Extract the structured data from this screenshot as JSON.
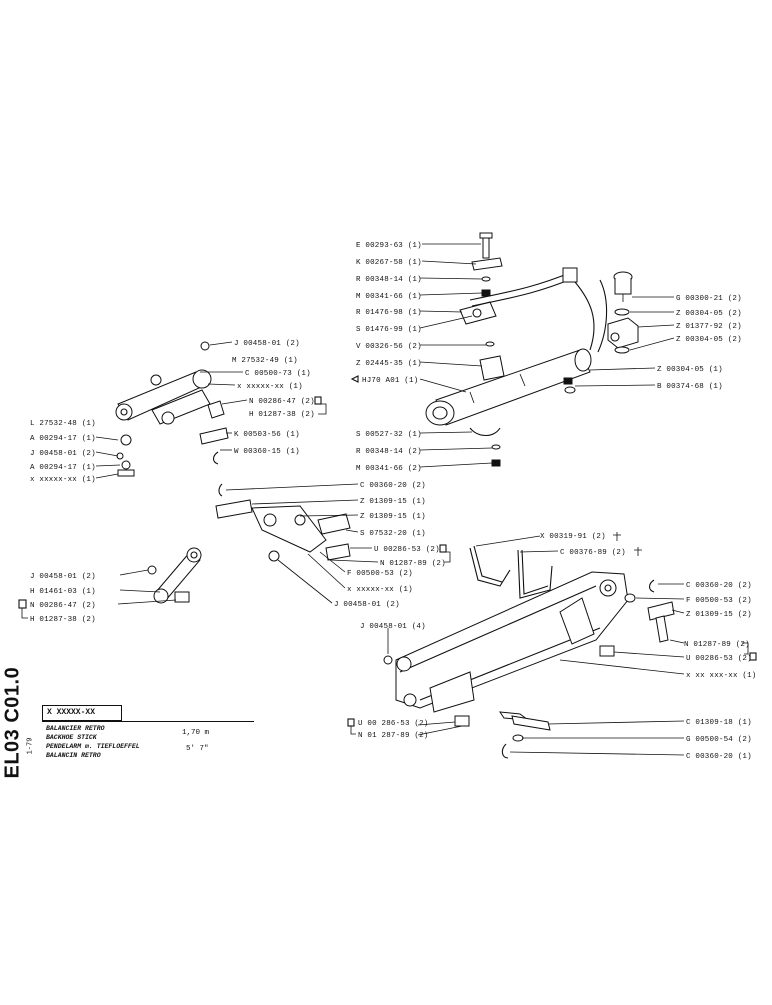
{
  "title_block": {
    "ref": "X XXXXX-XX",
    "code": "EL03 C01.0",
    "date": "1-79",
    "lines": [
      "BALANCIER RETRO",
      "BACKHOE STICK",
      "PENDELARM m. TIEFLOEFFEL",
      "BALANCIN RETRO"
    ],
    "size_metric": "1,70 m",
    "size_imperial": "5' 7\""
  },
  "cylinder_label": "HJ70 A01 (1)",
  "labels": {
    "top_cylinder": [
      "E 00293-63 (1)",
      "K 00267-58 (1)",
      "R 00348-14 (1)",
      "M 00341-66 (1)",
      "R 01476-98 (1)",
      "S 01476-99 (1)",
      "V 00326-56 (2)",
      "Z 02445-35 (1)",
      "S 00527-32 (1)",
      "R 00348-14 (2)",
      "M 00341-66 (2)"
    ],
    "top_right": [
      "G 00300-21 (2)",
      "Z 00304-05 (2)",
      "Z 01377-92 (2)",
      "Z 00304-05 (2)",
      "Z 00304-05 (1)",
      "B 00374-68 (1)"
    ],
    "left_link": [
      "J 00458-01 (2)",
      "M 27532-49 (1)",
      "C 00500-73 (1)",
      "x xxxxx-xx (1)",
      "N 00286-47 (2)",
      "H 01287-38 (2)",
      "K 00503-56 (1)",
      "W 00360-15 (1)",
      "L 27532-48 (1)",
      "A 00294-17 (1)",
      "J 00458-01 (2)",
      "A 00294-17 (1)",
      "x xxxxx-xx (1)"
    ],
    "middle": [
      "C 00360-20 (2)",
      "Z 01309-15 (1)",
      "Z 01309-15 (1)",
      "S 07532-20 (1)",
      "U 00286-53 (2)",
      "N 01287-89 (2)",
      "F 00500-53 (2)",
      "x xxxxx-xx (1)",
      "J 00458-01 (2)"
    ],
    "small_link": [
      "J 00458-01 (2)",
      "H 01461-03 (1)",
      "N 00286-47 (2)",
      "H 01287-38 (2)"
    ],
    "hoses": [
      "X 00319-91 (2)",
      "C 00376-89 (2)"
    ],
    "stick": [
      "C 00360-20 (2)",
      "F 00500-53 (2)",
      "Z 01309-15 (2)",
      "N 01287-89 (2)",
      "U 00286-53 (2)",
      "x xx xxx-xx (1)",
      "J 00458-01 (4)",
      "U 00 286-53 (2)",
      "N 01 287-89 (2)",
      "C 01309-18 (1)",
      "G 00500-54 (2)",
      "C 00360-20 (1)"
    ]
  }
}
